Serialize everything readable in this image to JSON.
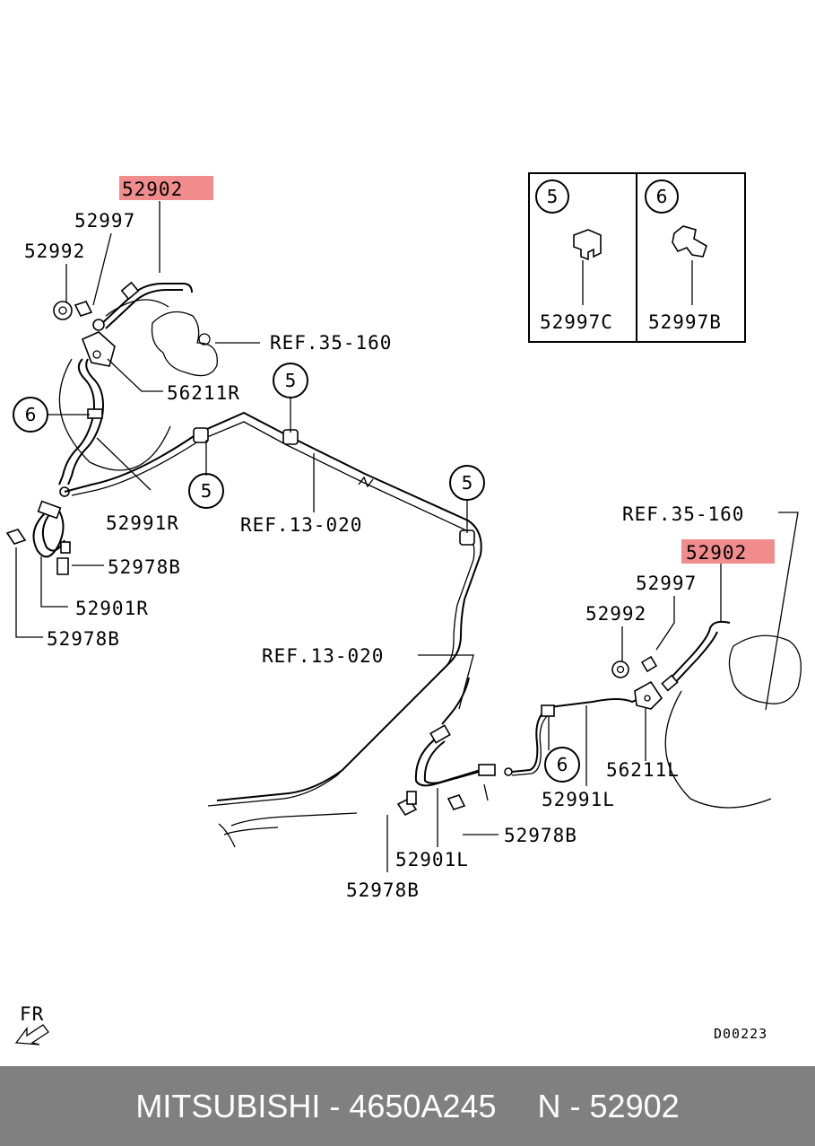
{
  "highlight_color": "#f08c8c",
  "footer_bg": "#808080",
  "labels": {
    "p52902_r": "52902",
    "p52997_r": "52997",
    "p52992_r": "52992",
    "ref35_r": "REF.35-160",
    "p56211r": "56211R",
    "c6_left": "6",
    "c5_top": "5",
    "c5_left": "5",
    "c5_mid": "5",
    "p52991r": "52991R",
    "ref13_top": "REF.13-020",
    "p52978b_a": "52978B",
    "p52901r": "52901R",
    "p52978b_b": "52978B",
    "ref35_l": "REF.35-160",
    "p52902_l": "52902",
    "p52997_l": "52997",
    "p52992_l": "52992",
    "ref13_mid": "REF.13-020",
    "c6_right": "6",
    "p56211l": "56211L",
    "p52991l": "52991L",
    "p52978b_c": "52978B",
    "p52901l": "52901L",
    "p52978b_d": "52978B",
    "inset_c5": "5",
    "inset_c6": "6",
    "p52997c": "52997C",
    "p52997b": "52997B",
    "fr": "FR",
    "code": "D00223"
  },
  "footer": {
    "brand_part": "MITSUBISHI - 4650A245",
    "ref": "N - 52902"
  }
}
